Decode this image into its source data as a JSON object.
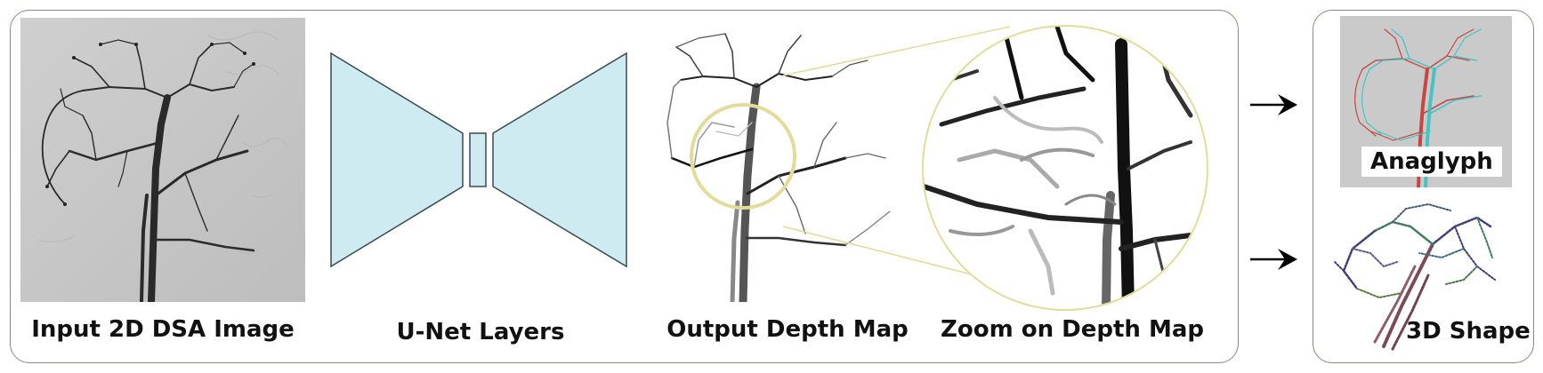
{
  "figure": {
    "captions": {
      "input": "Input 2D DSA Image",
      "unet": "U-Net Layers",
      "output": "Output Depth Map",
      "zoom": "Zoom on Depth Map",
      "shape": "3D Shape"
    },
    "anaglyph_label": "Anaglyph"
  },
  "colors": {
    "panel_border": "#8a8a7c",
    "unet_fill": "#cdebf0",
    "unet_stroke": "#3a4a4f",
    "zoom_circle": "#e2dc9a",
    "vessel_dark": "#1e1e1e",
    "anaglyph_red": "#c8302a",
    "anaglyph_cyan": "#2fc3c3"
  },
  "icons": [
    "arrow-right-icon",
    "arrow-right-icon"
  ]
}
